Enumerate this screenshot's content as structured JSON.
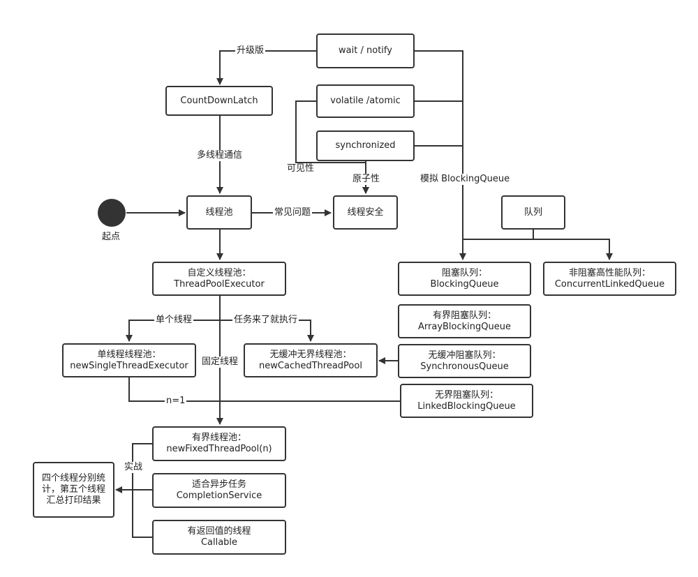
{
  "nodes": {
    "wait_notify": [
      "wait / notify"
    ],
    "volatile_atomic": [
      "volatile /atomic"
    ],
    "synchronized": [
      "synchronized"
    ],
    "countdownlatch": [
      "CountDownLatch"
    ],
    "thread_pool": [
      "线程池"
    ],
    "thread_safety": [
      "线程安全"
    ],
    "queue": [
      "队列"
    ],
    "custom_pool": [
      "自定义线程池：",
      "ThreadPoolExecutor"
    ],
    "blocking_queue": [
      "阻塞队列：",
      "BlockingQueue"
    ],
    "concurrent_queue": [
      "非阻塞高性能队列：",
      "ConcurrentLinkedQueue"
    ],
    "array_queue": [
      "有界阻塞队列：",
      "ArrayBlockingQueue"
    ],
    "single_pool": [
      "单线程线程池：",
      "newSingleThreadExecutor"
    ],
    "cached_pool": [
      "无缓冲无界线程池：",
      "newCachedThreadPool"
    ],
    "sync_queue": [
      "无缓冲阻塞队列：",
      "SynchronousQueue"
    ],
    "linked_queue": [
      "无界阻塞队列：",
      "LinkedBlockingQueue"
    ],
    "fixed_pool": [
      "有界线程池：",
      "newFixedThreadPool(n)"
    ],
    "practice": [
      "四个线程分别统",
      "计，第五个线程",
      "汇总打印结果"
    ],
    "completion": [
      "适合异步任务",
      "CompletionService"
    ],
    "callable": [
      "有返回值的线程",
      "Callable"
    ]
  },
  "labels": {
    "start": "起点",
    "upgrade": "升级版",
    "multi_comm": "多线程通信",
    "visibility": "可见性",
    "atomicity": "原子性",
    "simulate_bq": "模拟 BlockingQueue",
    "common_issue": "常见问题",
    "single_thread": "单个线程",
    "task_exec": "任务来了就执行",
    "fixed_thread": "固定线程",
    "n_equals_1": "n=1",
    "practice": "实战"
  }
}
